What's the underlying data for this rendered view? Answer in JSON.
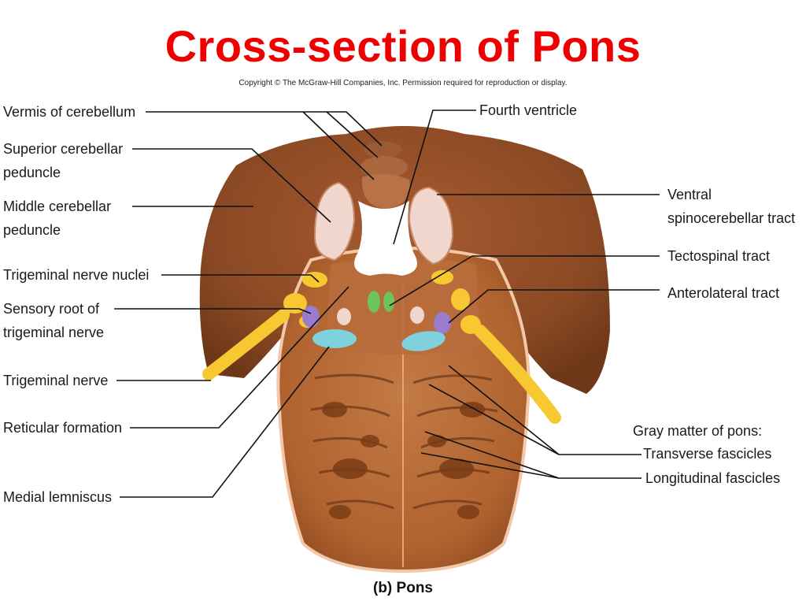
{
  "title": "Cross-section of Pons",
  "title_color": "#ee0000",
  "copyright": "Copyright © The McGraw-Hill Companies, Inc. Permission required for reproduction or display.",
  "caption": "(b) Pons",
  "labels": {
    "vermis": "Vermis of cerebellum",
    "superior_1": "Superior cerebellar",
    "superior_2": "peduncle",
    "middle_1": "Middle cerebellar",
    "middle_2": "peduncle",
    "trig_nuclei": "Trigeminal nerve nuclei",
    "sensory_1": "Sensory root of",
    "sensory_2": "trigeminal nerve",
    "trig_nerve": "Trigeminal nerve",
    "reticular": "Reticular formation",
    "medial": "Medial lemniscus",
    "fourth": "Fourth ventricle",
    "ventral_1": "Ventral",
    "ventral_2": "spinocerebellar tract",
    "tectospinal": "Tectospinal tract",
    "anterolateral": "Anterolateral tract",
    "gray_matter": "Gray matter of pons:",
    "transverse": "Transverse fascicles",
    "longitudinal": "Longitudinal fascicles"
  },
  "colors": {
    "tissue_dark": "#8b4a24",
    "tissue_mid": "#b8683a",
    "tissue_light": "#d9956a",
    "cream": "#f0d6cc",
    "yellow": "#f7c832",
    "green": "#6ec45a",
    "purple": "#9a7ccc",
    "cyan": "#7fd2dc"
  }
}
